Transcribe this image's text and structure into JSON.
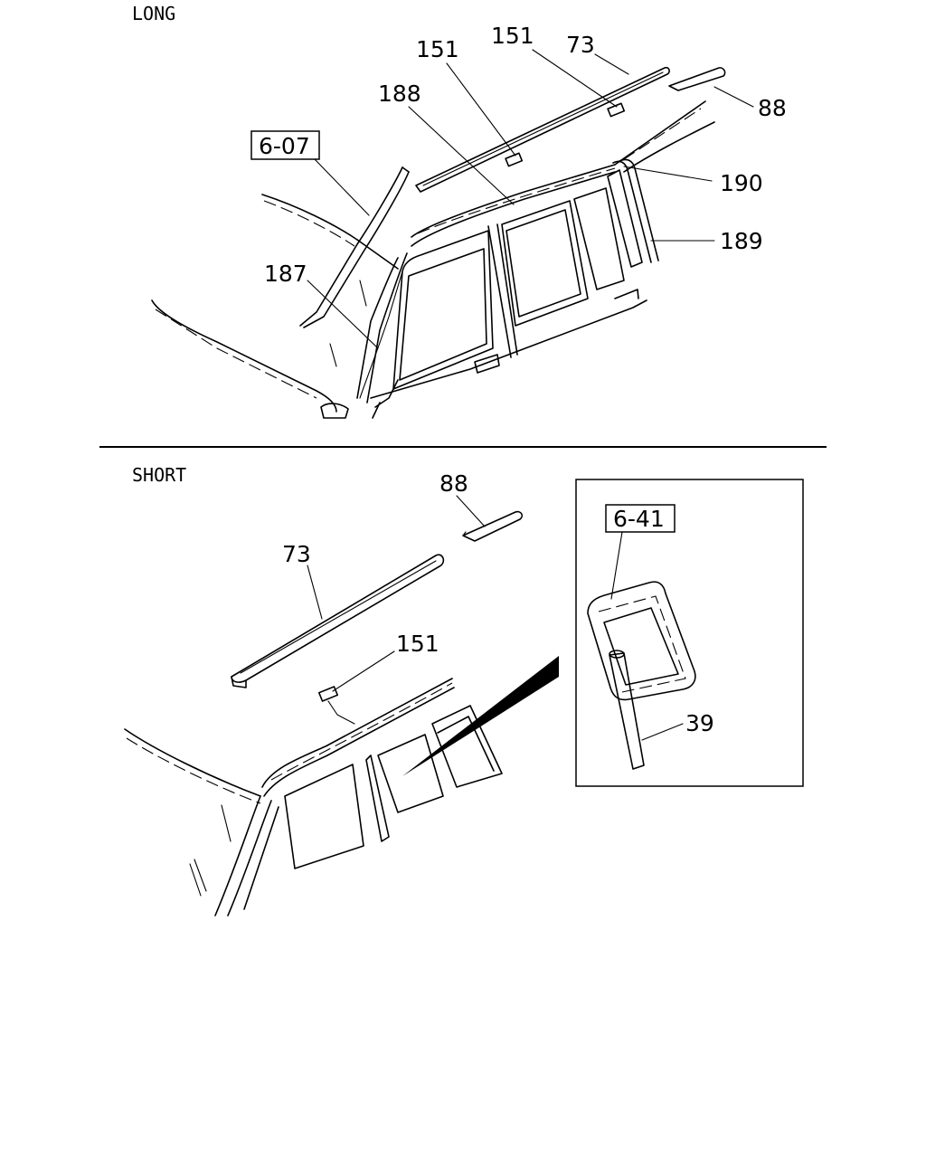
{
  "sections": {
    "top": "LONG",
    "bottom": "SHORT"
  },
  "top_labels": {
    "ref_box": "6-07",
    "l151a": "151",
    "l151b": "151",
    "l73": "73",
    "l88": "88",
    "l188": "188",
    "l190": "190",
    "l189": "189",
    "l187": "187"
  },
  "bottom_labels": {
    "l88": "88",
    "l73": "73",
    "l151": "151",
    "ref_box": "6-41",
    "l39": "39"
  },
  "colors": {
    "line": "#000000",
    "background": "#ffffff"
  }
}
